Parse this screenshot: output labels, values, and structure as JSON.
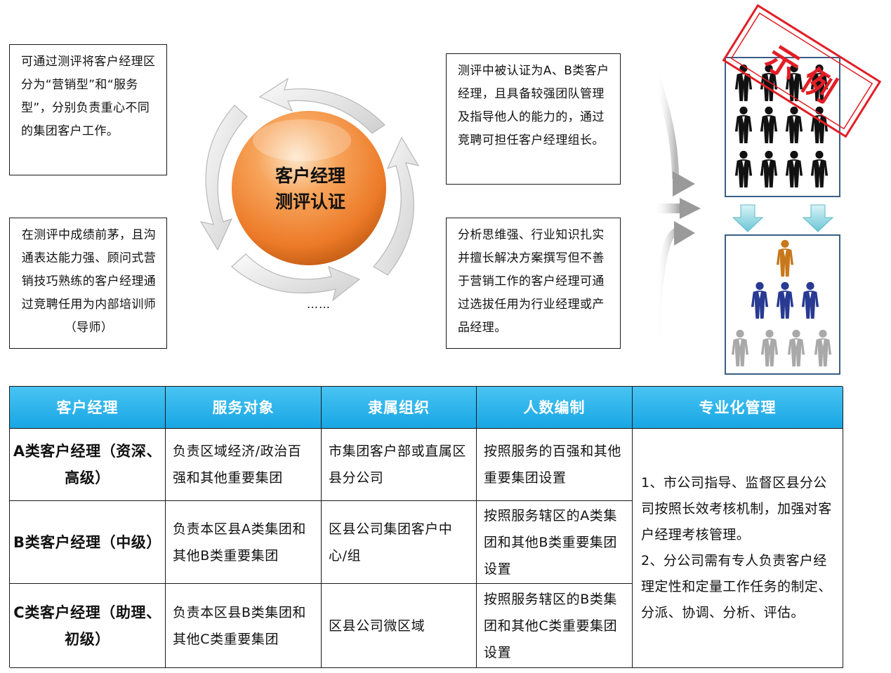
{
  "center": {
    "line1": "客户经理",
    "line2": "测评认证"
  },
  "boxes": {
    "top_left": "可通过测评将客户经理区分为“营销型”和“服务型”，分别负责重心不同的集团客户工作。",
    "bottom_left": "在测评中成绩前茅，且沟通表达能力强、顾问式营销技巧熟练的客户经理通过竞聘任用为内部培训师（导师）",
    "top_right": "测评中被认证为A、B类客户经理，且具备较强团队管理及指导他人的能力的，通过竞聘可担任客户经理组长。",
    "bottom_right": "分析思维强、行业知识扎实并擅长解决方案撰写但不善于营销工作的客户经理可通过选拔任用为行业经理或产品经理。"
  },
  "ellipsis": "……",
  "stamp": {
    "text": "示例",
    "color": "#e21e26"
  },
  "colors": {
    "orb": "#f08a3c",
    "header": "#1fa8e6",
    "teal_arrow": "#7fd3e0"
  },
  "table": {
    "headers": [
      "客户经理",
      "服务对象",
      "隶属组织",
      "人数编制",
      "专业化管理"
    ],
    "rows": [
      {
        "level": "A类客户经理（资深、高级）",
        "target": "负责区域经济/政治百强和其他重要集团",
        "org": "市集团客户部或直属区县分公司",
        "staffing": "按照服务的百强和其他重要集团设置"
      },
      {
        "level": "B类客户经理（中级）",
        "target": "负责本区县A类集团和其他B类重要集团",
        "org": "区县公司集团客户中心/组",
        "staffing": "按照服务辖区的A类集团和其他B类重要集团设置"
      },
      {
        "level": "C类客户经理（助理、初级）",
        "target": "负责本区县B类集团和其他C类重要集团",
        "org": "区县公司微区域",
        "staffing": "按照服务辖区的B类集团和其他C类重要集团设置"
      }
    ],
    "management": {
      "point1": "1、市公司指导、监督区县分公司按照长效考核机制，加强对客户经理考核管理。",
      "point2": "2、分公司需有专人负责客户经理定性和定量工作任务的制定、分派、协调、分析、评估。"
    }
  }
}
